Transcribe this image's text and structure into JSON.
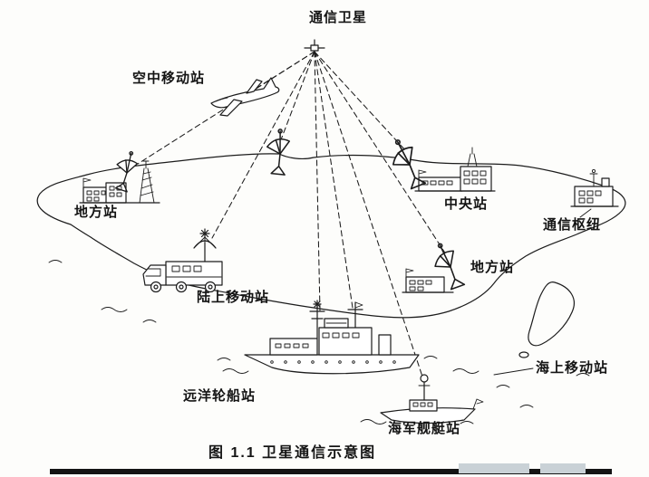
{
  "figure": {
    "title_top": "通信卫星",
    "caption": "图 1.1  卫星通信示意图",
    "stations": {
      "air_mobile": "空中移动站",
      "local_left": "地方站",
      "central": "中央站",
      "comm_hub": "通信枢纽",
      "land_mobile": "陆上移动站",
      "local_right": "地方站",
      "sea_mobile": "海上移动站",
      "ocean_ship": "远洋轮船站",
      "navy_vessel": "海军舰艇站"
    },
    "colors": {
      "ink": "#1c1c1c",
      "paper": "#fdfdfb",
      "artifact_gray": "#c9d1d6"
    }
  }
}
